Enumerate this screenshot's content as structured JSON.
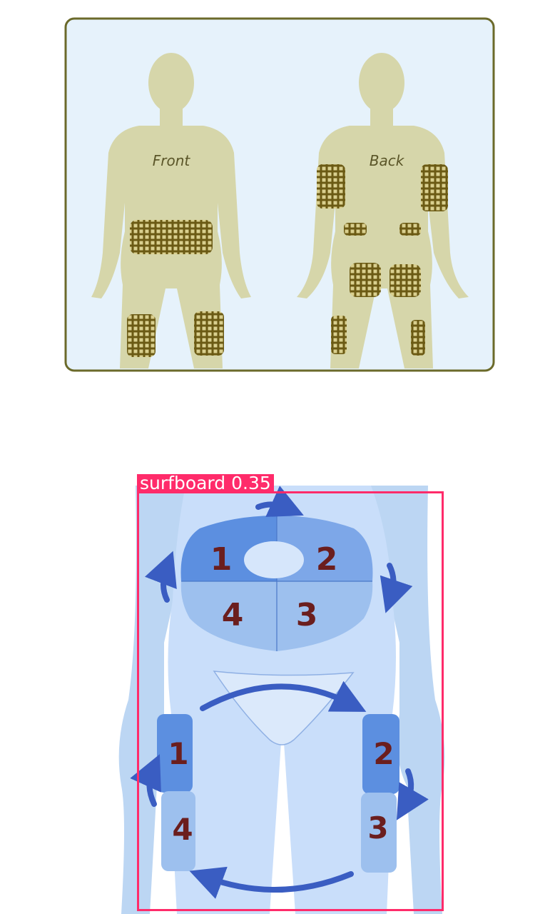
{
  "top_diagram": {
    "front_label": "Front",
    "back_label": "Back"
  },
  "bottom_diagram": {
    "abdomen_zones": [
      "1",
      "2",
      "4",
      "3"
    ],
    "left_thigh_zones": [
      "1",
      "4"
    ],
    "right_thigh_zones": [
      "2",
      "3"
    ]
  },
  "detection": {
    "label": "surfboard",
    "score": "0.35",
    "tag": "surfboard 0.35"
  },
  "colors": {
    "panel_bg": "#e6f2fb",
    "panel_border": "#6b6a2a",
    "figure_fill": "#d6d6aa",
    "site_fill": "#6b5a14",
    "body_blue": "#bcd6f3",
    "zone_dark": "#5c8fe0",
    "zone_light": "#9dc0ee",
    "arrow_blue": "#3a5dc2",
    "number_color": "#6b1e1e",
    "detection": "#ff2b6a"
  }
}
